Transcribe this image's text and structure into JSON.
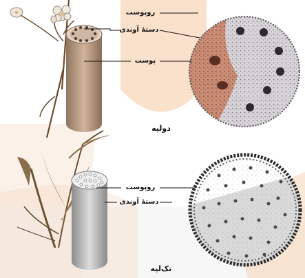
{
  "dicot": {
    "caption": "دولپه",
    "labels": {
      "epidermis": "روپوست",
      "vascular_bundle": "دستهٔ آوندی",
      "cortex": "پوست"
    }
  },
  "monocot": {
    "caption": "تک‌لپه",
    "labels": {
      "epidermis": "روپوست",
      "vascular_bundle": "دستهٔ آوندی"
    }
  },
  "colors": {
    "background_band": "#f6c9a3",
    "cortex_fill": "#c9856a",
    "dicot_stele_fill": "#d8d4da",
    "monocot_fill": "#d9d9d9",
    "cylinder_dicot": "#c4a48a",
    "cylinder_monocot": "#bdbdbd"
  }
}
